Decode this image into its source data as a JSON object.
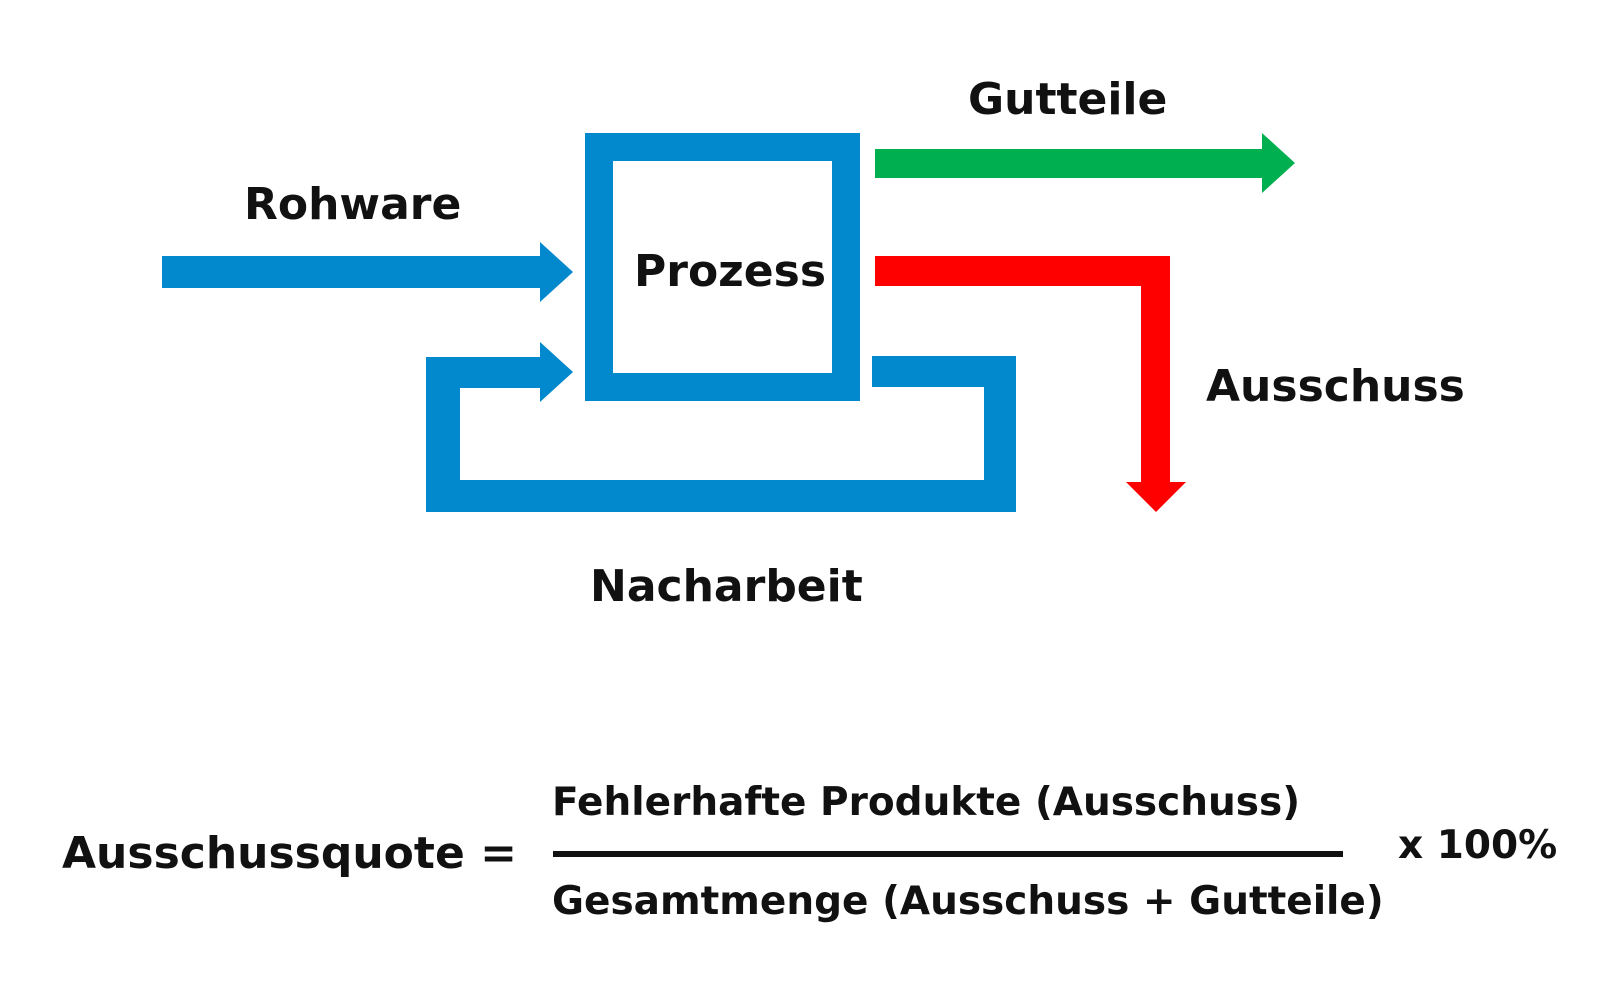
{
  "colors": {
    "process": "#0288cc",
    "good": "#00b050",
    "scrap": "#ff0000",
    "text": "#111111",
    "fraction_bar": "#111111"
  },
  "labels": {
    "input": "Rohware",
    "process": "Prozess",
    "good_output": "Gutteile",
    "scrap_output": "Ausschuss",
    "rework": "Nacharbeit"
  },
  "formula": {
    "lhs": "Ausschussquote =",
    "numerator": "Fehlerhafte Produkte (Ausschuss)",
    "denominator": "Gesamtmenge (Ausschuss + Gutteile)",
    "multiplier": "x 100%"
  }
}
